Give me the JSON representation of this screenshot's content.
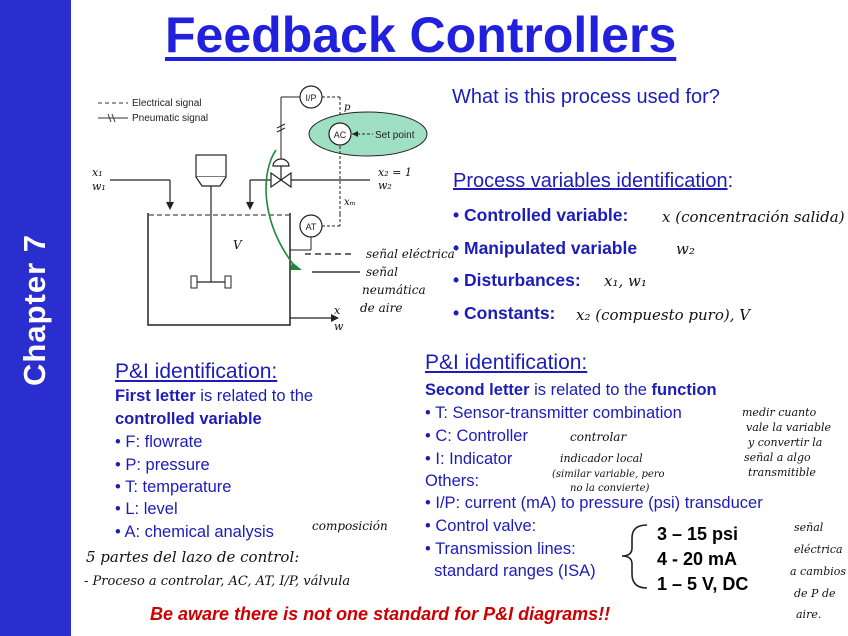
{
  "chapter_label": "Chapter 7",
  "title": "Feedback Controllers",
  "question": "What is this process used for?",
  "process_variables": {
    "heading": "Process variables identification",
    "heading_suffix": ":",
    "items": [
      {
        "label": "• Controlled variable:",
        "note": "x (concentración salida)"
      },
      {
        "label": "• Manipulated variable",
        "note": "w₂"
      },
      {
        "label": "• Disturbances:",
        "note": "x₁, w₁"
      },
      {
        "label": "• Constants:",
        "note": "x₂ (compuesto puro), V"
      }
    ]
  },
  "diagram": {
    "legend_electrical": "Electrical signal",
    "legend_pneumatic": "Pneumatic signal",
    "ip_tag": "I/P",
    "ac_tag": "AC",
    "at_tag": "AT",
    "set_point": "Set point",
    "p_label": "p",
    "x1": "x₁",
    "w1": "w₁",
    "x2_eq": "x₂ = 1",
    "w2": "w₂",
    "xm": "xₘ",
    "V": "V",
    "x_out": "x",
    "w_out": "w",
    "note_electrical": "señal eléctrica",
    "note_pneumatic": [
      "señal",
      "neumática",
      "de aire"
    ]
  },
  "pi_left": {
    "title": "P&I identification:",
    "line1_bold": "First letter",
    "line1_rest": " is related to the",
    "line2": "controlled variable",
    "items": [
      "• F: flowrate",
      "• P: pressure",
      "• T: temperature",
      "• L: level",
      "• A: chemical analysis"
    ],
    "note_analysis": "composición",
    "handwritten": [
      "5 partes del lazo de control:",
      "- Proceso a controlar, AC, AT, I/P, válvula"
    ]
  },
  "pi_right": {
    "title": "P&I identification:",
    "line1_bold": "Second letter",
    "line1_rest": " is related to the ",
    "line1_bold2": "function",
    "items": [
      "•  T:  Sensor-transmitter combination",
      "•  C: Controller",
      "•  I: Indicator"
    ],
    "others_label": "Others:",
    "others": [
      "• I/P: current (mA) to pressure (psi) transducer",
      "• Control valve:",
      "• Transmission lines:",
      "  standard ranges (ISA)"
    ],
    "notes": {
      "sensor": [
        "medir cuanto",
        "vale la variable",
        "y convertir la",
        "señal a algo",
        "transmitible"
      ],
      "controller": "controlar",
      "indicator": [
        "indicador local",
        "(similar variable, pero",
        "no la convierte)"
      ],
      "transducer": [
        "señal",
        "eléctrica",
        "a cambios",
        "de P de",
        "aire."
      ]
    }
  },
  "standards": [
    "3 – 15 psi",
    "4 - 20 mA",
    "1 – 5 V, DC"
  ],
  "warning": "Be aware there is not one standard for P&I diagrams!!",
  "colors": {
    "sidebar": "#2b2ecf",
    "title": "#2020dd",
    "text": "#1c1cb8",
    "warning": "#cc0000",
    "ac_fill": "#9fe0c4",
    "pneumatic_arrow": "#1e8a3a"
  }
}
